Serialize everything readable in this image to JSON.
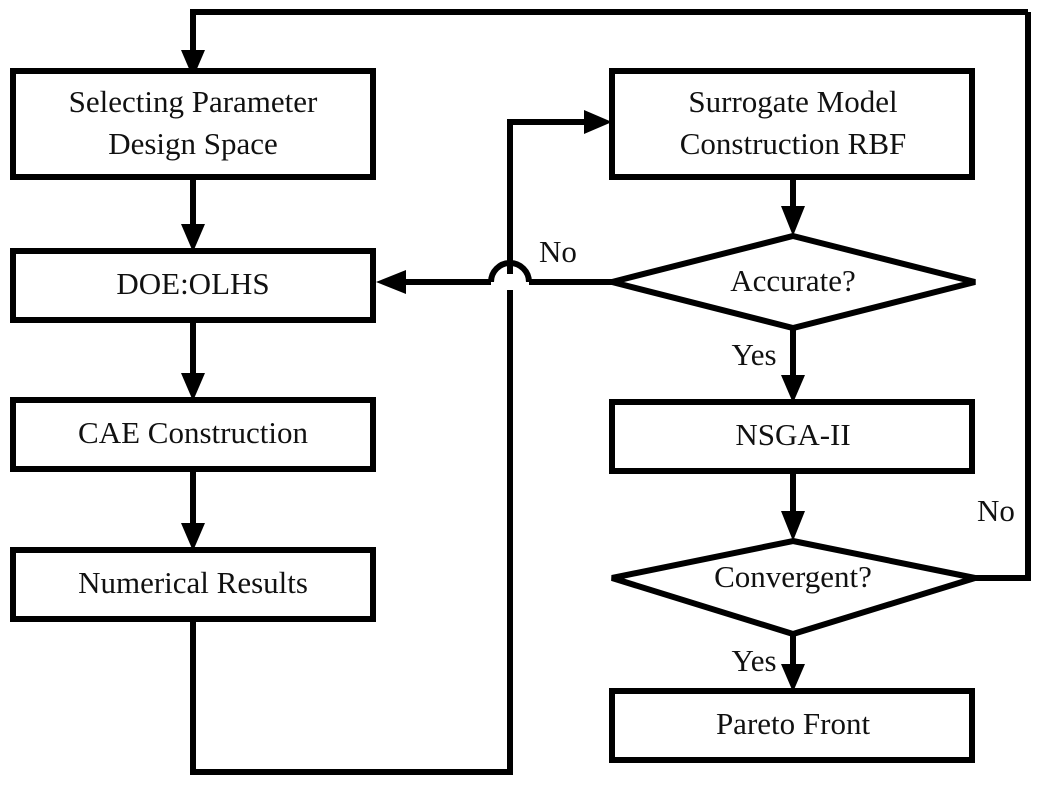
{
  "diagram": {
    "title": "Surrogate-based multi-objective optimization flowchart",
    "background_color": "#ffffff",
    "line_color": "#000000",
    "text_color": "#111111",
    "nodes": [
      {
        "id": "selecting-parameter-design-space",
        "shape": "process",
        "line1": "Selecting Parameter",
        "line2": "Design Space"
      },
      {
        "id": "doe-olhs",
        "shape": "process",
        "line1": "DOE:OLHS",
        "line2": ""
      },
      {
        "id": "cae-construction",
        "shape": "process",
        "line1": "CAE Construction",
        "line2": ""
      },
      {
        "id": "numerical-results",
        "shape": "process",
        "line1": "Numerical Results",
        "line2": ""
      },
      {
        "id": "surrogate-model-construction-rbf",
        "shape": "process",
        "line1": "Surrogate Model",
        "line2": "Construction RBF"
      },
      {
        "id": "accurate-decision",
        "shape": "decision",
        "line1": "Accurate?",
        "line2": ""
      },
      {
        "id": "nsga-ii",
        "shape": "process",
        "line1": "NSGA-II",
        "line2": ""
      },
      {
        "id": "convergent-decision",
        "shape": "decision",
        "line1": "Convergent?",
        "line2": ""
      },
      {
        "id": "pareto-front",
        "shape": "process",
        "line1": "Pareto Front",
        "line2": ""
      }
    ],
    "edge_labels": {
      "accurate_no": "No",
      "accurate_yes": "Yes",
      "convergent_no": "No",
      "convergent_yes": "Yes"
    }
  }
}
